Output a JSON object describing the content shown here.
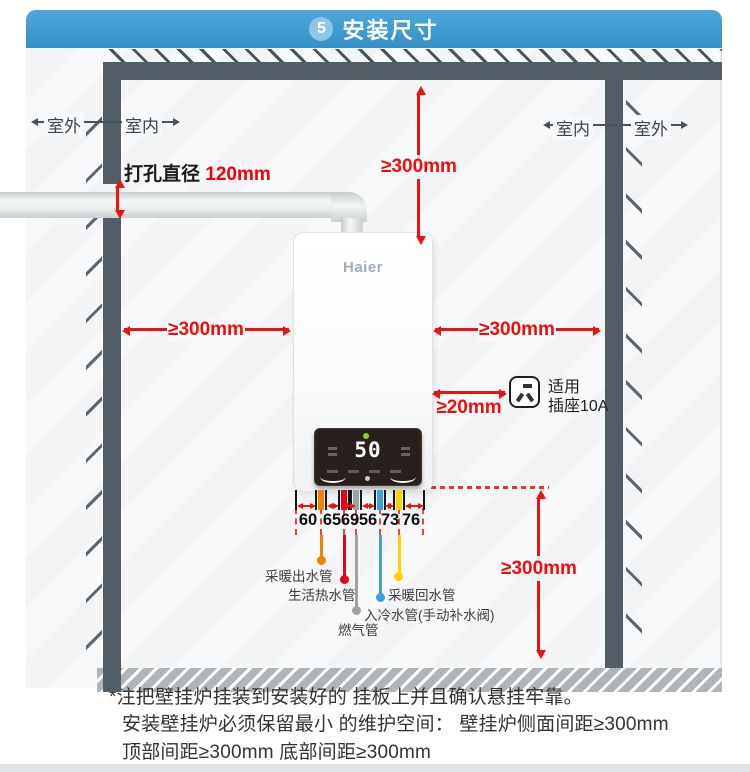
{
  "header": {
    "badge": "5",
    "title": "安装尺寸"
  },
  "environment": {
    "left_outdoor": "室外",
    "left_indoor": "室内",
    "right_indoor": "室内",
    "right_outdoor": "室外"
  },
  "hole": {
    "label": "打孔直径",
    "value": "120mm"
  },
  "clearances": {
    "top": "≥300mm",
    "left": "≥300mm",
    "right": "≥300mm",
    "socket": "≥20mm",
    "bottom": "≥300mm"
  },
  "socket": {
    "line1": "适用",
    "line2": "插座10A"
  },
  "boiler": {
    "brand": "Haier",
    "display_value": "50"
  },
  "pipes": {
    "spacings_mm": [
      "60",
      "65",
      "69",
      "56",
      "73",
      "76"
    ],
    "items": [
      {
        "name": "采暖出水管",
        "color": "#f08300"
      },
      {
        "name": "生活热水管",
        "color": "#e8001a"
      },
      {
        "name": "燃气管",
        "color": "#9fa2a4"
      },
      {
        "name": "入冷水管(手动补水阀)",
        "color": "#3f9fe0"
      },
      {
        "name": "采暖回水管",
        "color": "#ffd100"
      }
    ]
  },
  "notes": {
    "line1": "*注把壁挂炉挂装到安装好的 挂板上并且确认悬挂牢靠。",
    "line2": "安装壁挂炉必须保留最小 的维护空间：  壁挂炉侧面间距≥300mm",
    "line3": "顶部间距≥300mm  底部间距≥300mm"
  },
  "colors": {
    "accent_red": "#ee1111",
    "header_blue": "#3f9ad2",
    "wall_gray": "#535d66"
  }
}
